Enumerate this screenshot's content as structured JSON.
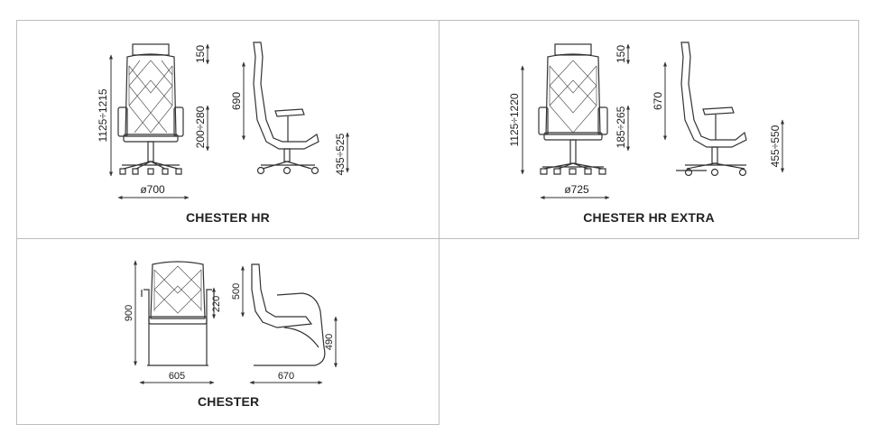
{
  "products": [
    {
      "name": "CHESTER HR",
      "dims": {
        "height_total": "1125÷1215",
        "headrest": "150",
        "armrest": "200÷280",
        "back": "690",
        "seat_height": "435÷525",
        "base": "ø700"
      }
    },
    {
      "name": "CHESTER HR EXTRA",
      "dims": {
        "height_total": "1125÷1220",
        "headrest": "150",
        "armrest": "185÷265",
        "back": "670",
        "seat_height": "455÷550",
        "base": "ø725"
      }
    },
    {
      "name": "CHESTER",
      "dims": {
        "height_total": "900",
        "back": "500",
        "armrest": "220",
        "seat_height": "490",
        "width": "605",
        "depth": "670"
      }
    }
  ]
}
